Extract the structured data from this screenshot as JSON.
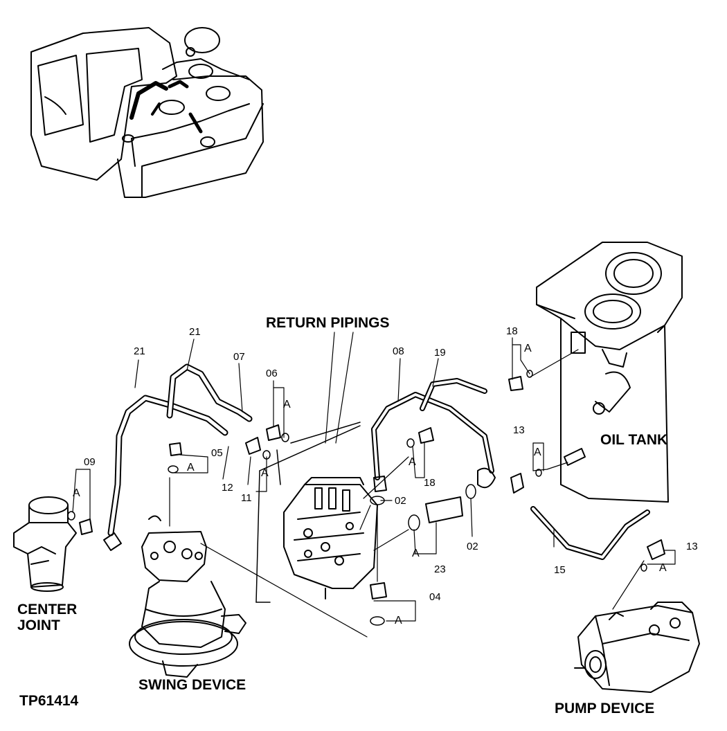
{
  "drawing_id": "TP61414",
  "labels": {
    "return_pipings": "RETURN PIPINGS",
    "oil_tank": "OIL TANK",
    "center_joint_1": "CENTER",
    "center_joint_2": "JOINT",
    "swing_device": "SWING DEVICE",
    "pump_device": "PUMP DEVICE"
  },
  "callouts": {
    "c21a": "21",
    "c21b": "21",
    "c07": "07",
    "c06": "06",
    "c08": "08",
    "c19": "19",
    "c18a": "18",
    "c18b": "18",
    "c05": "05",
    "c09": "09",
    "c12": "12",
    "c11": "11",
    "c02a": "02",
    "c02b": "02",
    "c23": "23",
    "c13a": "13",
    "c13b": "13",
    "c15": "15",
    "c04": "04"
  },
  "connector_mark": "A",
  "colors": {
    "ink": "#000000",
    "paper": "#ffffff"
  }
}
